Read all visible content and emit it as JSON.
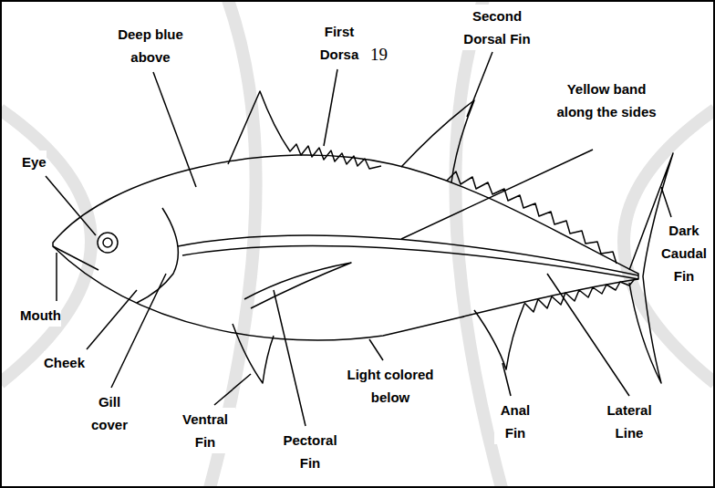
{
  "diagram": {
    "labels": [
      "Second Dorsal Fin",
      "First Dorsa",
      "19",
      "Deep blue above",
      "Yellow band along the sides",
      "Eye",
      "Dark Caudal Fin",
      "Mouth",
      "Cheek",
      "Gill cover",
      "Ventral Fin",
      "Pectoral Fin",
      "Light colored below",
      "Anal Fin",
      "Lateral Line"
    ]
  }
}
